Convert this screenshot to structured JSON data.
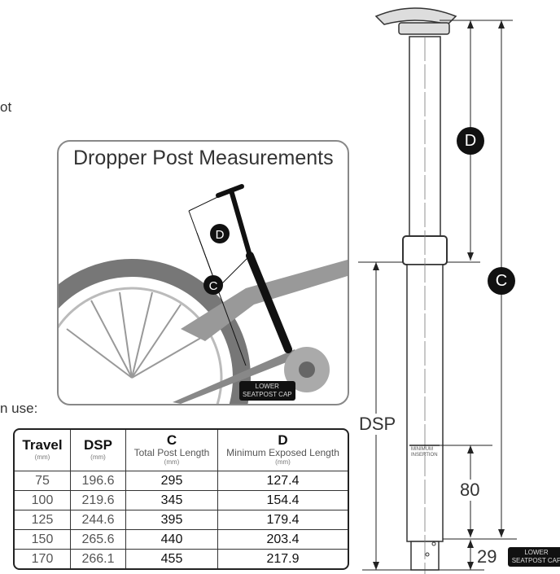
{
  "fragments": {
    "top": "ot",
    "bottom": "n use:"
  },
  "inset": {
    "title": "Dropper Post Measurements",
    "label_d": "D",
    "label_c": "C",
    "cap_badge_line1": "LOWER",
    "cap_badge_line2": "SEATPOST CAP"
  },
  "table": {
    "headers": [
      {
        "title": "Travel",
        "sub": "",
        "unit": "(mm)"
      },
      {
        "title": "DSP",
        "sub": "",
        "unit": "(mm)"
      },
      {
        "title": "C",
        "sub": "Total Post Length",
        "unit": "(mm)"
      },
      {
        "title": "D",
        "sub": "Minimum Exposed Length",
        "unit": "(mm)"
      }
    ],
    "rows": [
      [
        "75",
        "196.6",
        "295",
        "127.4"
      ],
      [
        "100",
        "219.6",
        "345",
        "154.4"
      ],
      [
        "125",
        "244.6",
        "395",
        "179.4"
      ],
      [
        "150",
        "265.6",
        "440",
        "203.4"
      ],
      [
        "170",
        "266.1",
        "455",
        "217.9"
      ]
    ]
  },
  "diagram": {
    "label_d": "D",
    "label_c": "C",
    "label_dsp": "DSP",
    "min_insertion_line1": "MINIMUM",
    "min_insertion_line2": "INSERTION",
    "dim_80": "80",
    "dim_29": "29",
    "cap_badge_line1": "LOWER",
    "cap_badge_line2": "SEATPOST CAP"
  }
}
